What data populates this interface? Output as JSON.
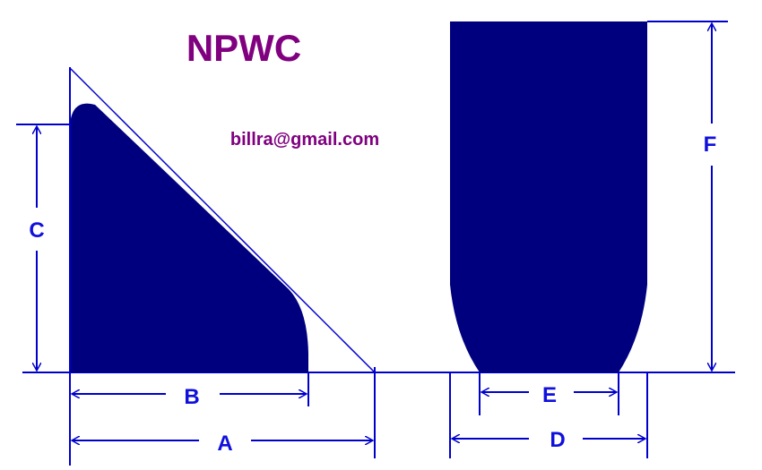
{
  "header": {
    "title": "NPWC",
    "email": "billra@gmail.com"
  },
  "labels": {
    "a": "A",
    "b": "B",
    "c": "C",
    "d": "D",
    "e": "E",
    "f": "F"
  },
  "colors": {
    "shape_fill": "#00007f",
    "line": "#0000cc",
    "label": "#1010dd",
    "title": "#800080"
  }
}
